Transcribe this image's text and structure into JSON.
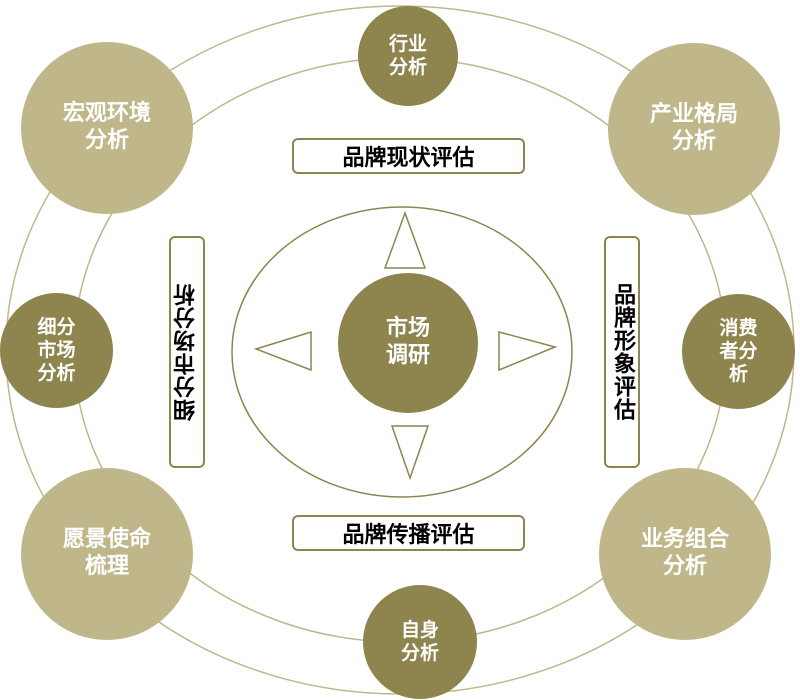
{
  "colors": {
    "light_node": "#bfb78a",
    "dark_node": "#8e844e",
    "ring_line": "#bfb78a",
    "inner_line": "#8e844e",
    "label_border": "#8e844e",
    "text_on_node": "#ffffff",
    "label_text": "#000000"
  },
  "center": {
    "label": "市场\n调研"
  },
  "nodes": {
    "top": {
      "label": "行业\n分析"
    },
    "top_left": {
      "label": "宏观环境\n分析"
    },
    "top_right": {
      "label": "产业格局\n分析"
    },
    "left": {
      "label": "细分\n市场\n分析"
    },
    "right": {
      "label": "消费\n者分\n析"
    },
    "bottom_left": {
      "label": "愿景使命\n梳理"
    },
    "bottom_right": {
      "label": "业务组合\n分析"
    },
    "bottom": {
      "label": "自身\n分析"
    }
  },
  "labels": {
    "top": "品牌现状评估",
    "bottom": "品牌传播评估",
    "left": "细分市场分析",
    "right": "品牌形象评估"
  },
  "arrows": [
    "up",
    "down",
    "left",
    "right"
  ]
}
